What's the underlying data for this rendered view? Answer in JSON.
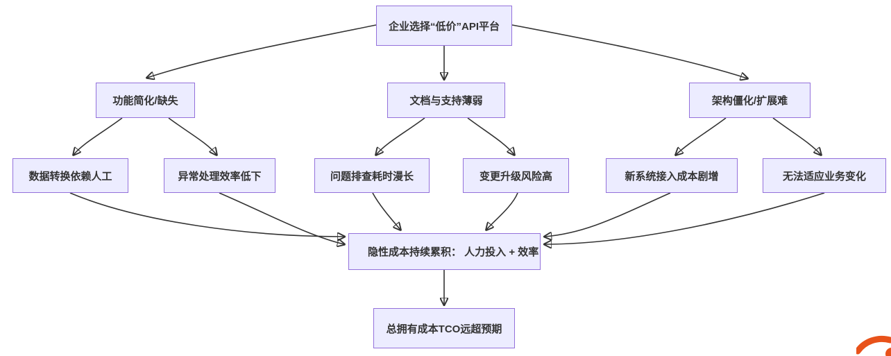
{
  "diagram": {
    "type": "flowchart",
    "direction": "top-down",
    "nodes": {
      "root": {
        "label": "企业选择“低价”API平台"
      },
      "cause1": {
        "label": "功能简化/缺失"
      },
      "cause2": {
        "label": "文档与支持薄弱"
      },
      "cause3": {
        "label": "架构僵化/扩展难"
      },
      "effect1": {
        "label": "数据转换依赖人工"
      },
      "effect2": {
        "label": "异常处理效率低下"
      },
      "effect3": {
        "label": "问题排查耗时漫长"
      },
      "effect4": {
        "label": "变更升级风险高"
      },
      "effect5": {
        "label": "新系统接入成本剧增"
      },
      "effect6": {
        "label": "无法适应业务变化"
      },
      "converge": {
        "label": "隐性成本持续累积： 人力投入 + 效率"
      },
      "final": {
        "label": "总拥有成本TCO远超预期"
      }
    },
    "edges": [
      {
        "from": "root",
        "to": "cause1"
      },
      {
        "from": "root",
        "to": "cause2"
      },
      {
        "from": "root",
        "to": "cause3"
      },
      {
        "from": "cause1",
        "to": "effect1"
      },
      {
        "from": "cause1",
        "to": "effect2"
      },
      {
        "from": "cause2",
        "to": "effect3"
      },
      {
        "from": "cause2",
        "to": "effect4"
      },
      {
        "from": "cause3",
        "to": "effect5"
      },
      {
        "from": "cause3",
        "to": "effect6"
      },
      {
        "from": "effect1",
        "to": "converge"
      },
      {
        "from": "effect2",
        "to": "converge"
      },
      {
        "from": "effect3",
        "to": "converge"
      },
      {
        "from": "effect4",
        "to": "converge"
      },
      {
        "from": "effect5",
        "to": "converge"
      },
      {
        "from": "effect6",
        "to": "converge"
      },
      {
        "from": "converge",
        "to": "final"
      }
    ]
  },
  "colors": {
    "canvas_bg": "#ffffff",
    "node_fill": "#ECECFF",
    "node_border": "#9370DB",
    "edge_color": "#333333",
    "text_color": "#333333",
    "logo_color": "#E8521A"
  }
}
